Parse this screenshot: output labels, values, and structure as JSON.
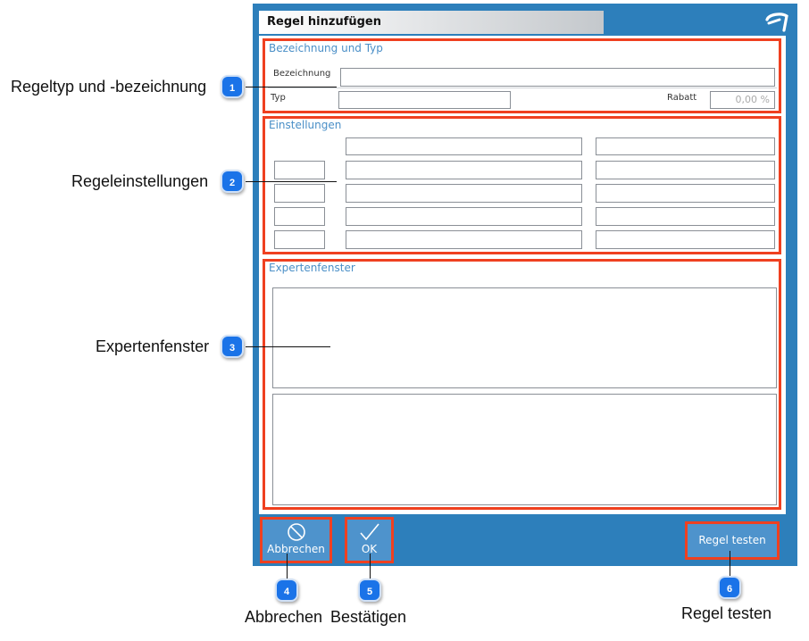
{
  "dialog": {
    "title": "Regel hinzufügen",
    "logo_icon": "brand-logo-icon"
  },
  "sections": {
    "name_type": {
      "title": "Bezeichnung und Typ",
      "bezeichnung_label": "Bezeichnung",
      "typ_label": "Typ",
      "rabatt_label": "Rabatt",
      "rabatt_value": "0,00 %"
    },
    "settings": {
      "title": "Einstellungen"
    },
    "expert": {
      "title": "Expertenfenster"
    }
  },
  "buttons": {
    "cancel_label": "Abbrechen",
    "cancel_icon": "cancel-circle-icon",
    "ok_label": "OK",
    "ok_icon": "checkmark-icon",
    "test_label": "Regel testen"
  },
  "callouts": [
    {
      "number": "1",
      "text": "Regeltyp und -bezeichnung"
    },
    {
      "number": "2",
      "text": "Regeleinstellungen"
    },
    {
      "number": "3",
      "text": "Expertenfenster"
    },
    {
      "number": "4",
      "text": "Abbrechen"
    },
    {
      "number": "5",
      "text": "Bestätigen"
    },
    {
      "number": "6",
      "text": "Regel testen"
    }
  ],
  "colors": {
    "frame_blue": "#2d7fbb",
    "highlight_red": "#ef4020",
    "section_title_blue": "#4a8fc7",
    "badge_blue": "#1a73e8",
    "button_blue": "#4e93cc"
  }
}
